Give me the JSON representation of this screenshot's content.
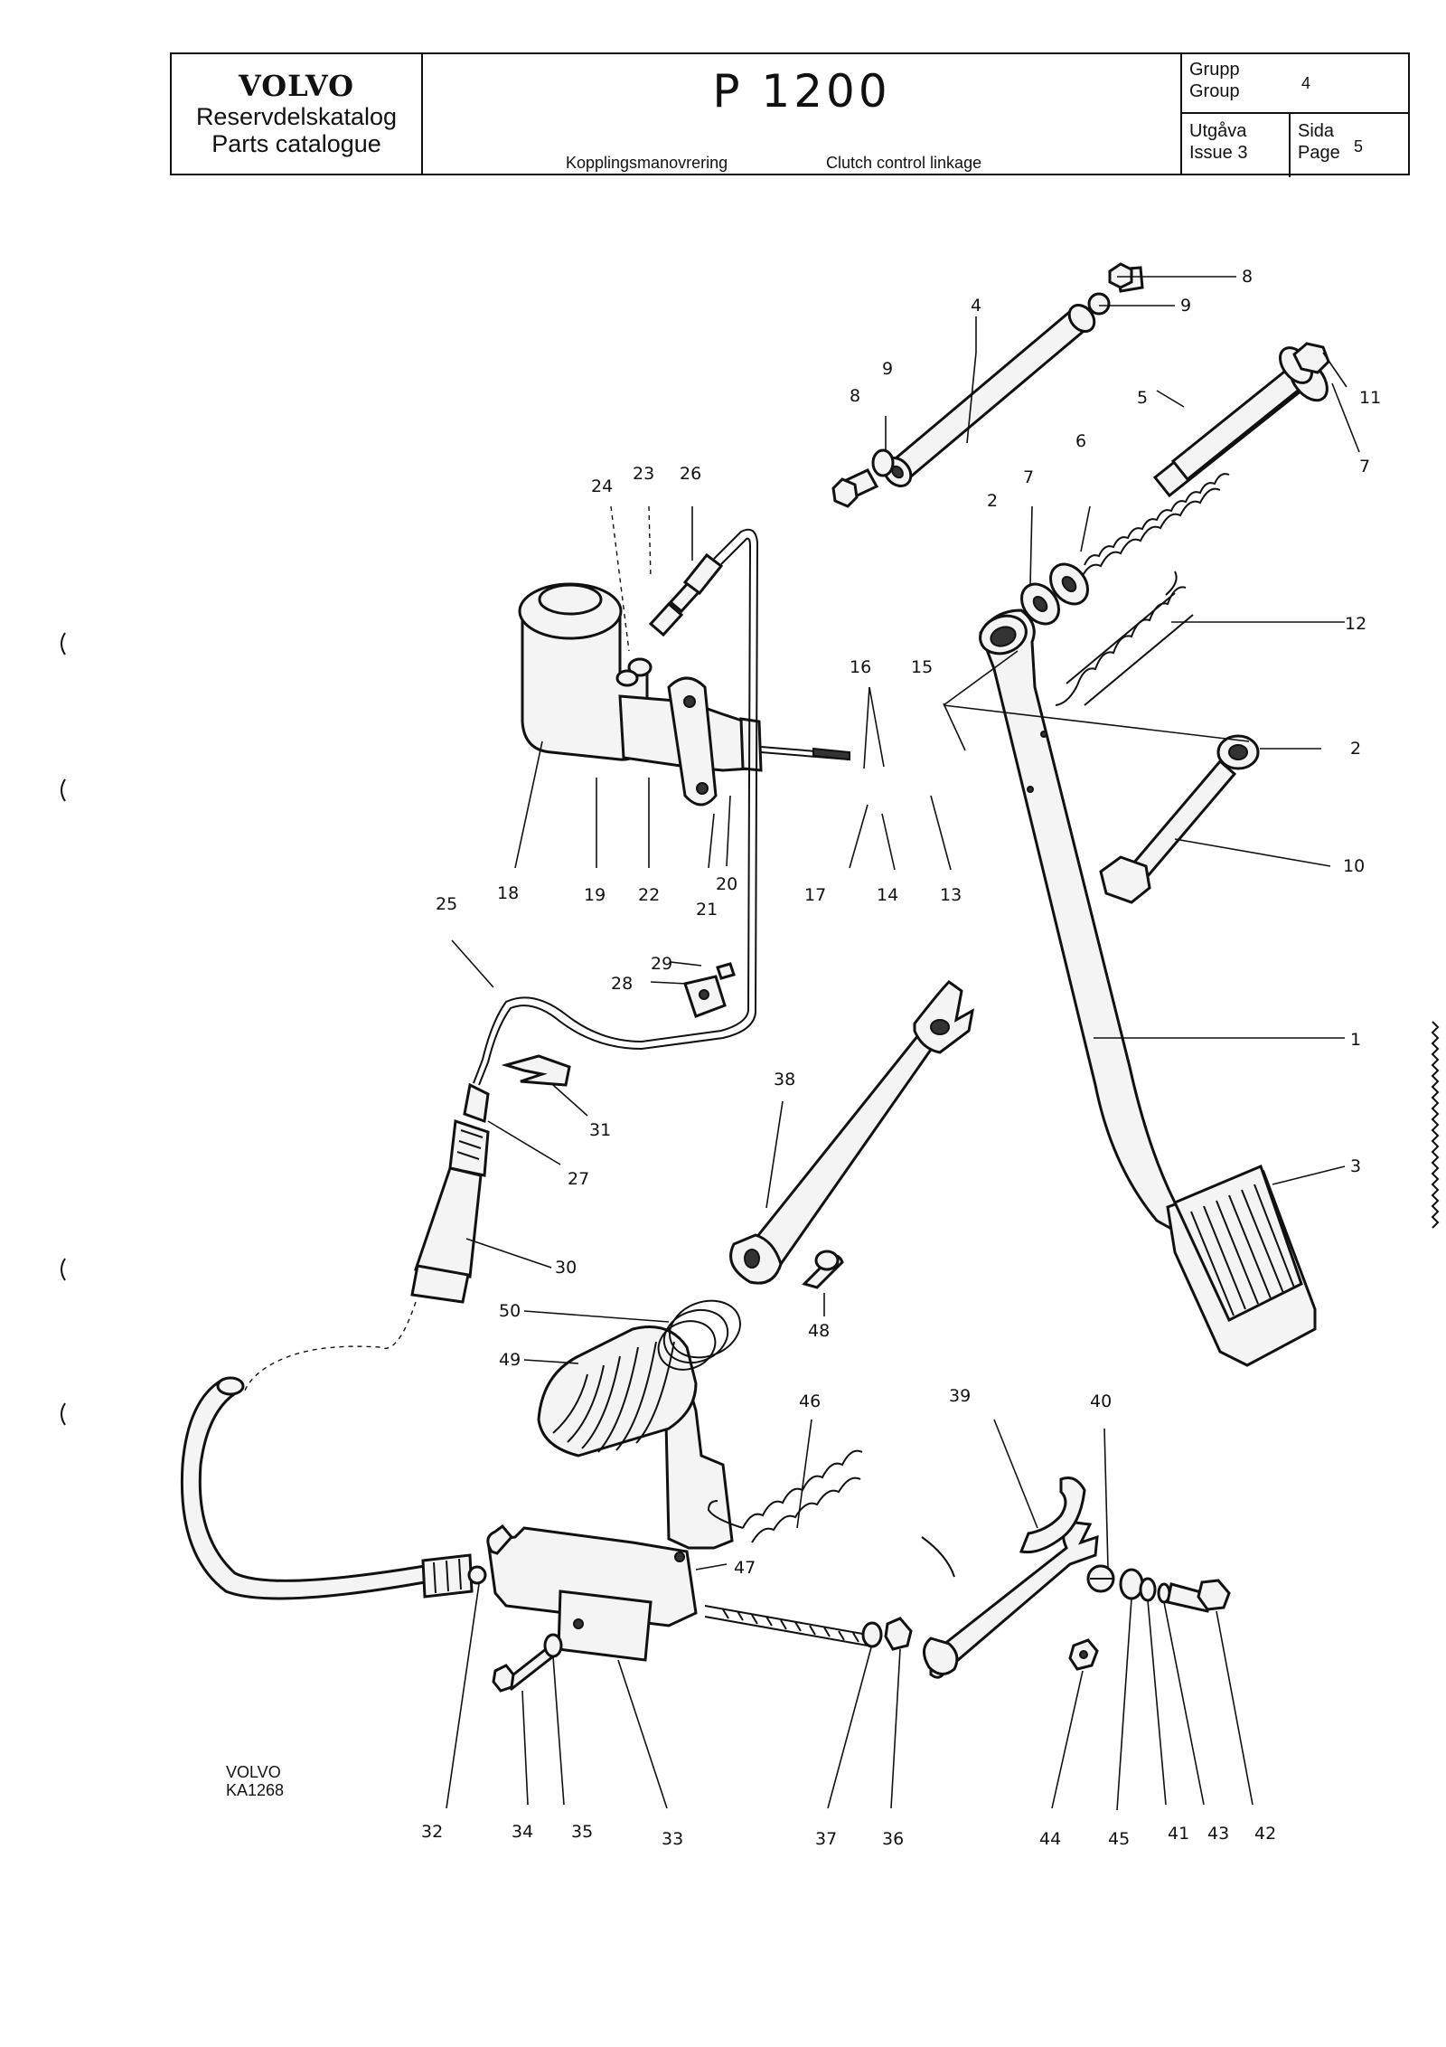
{
  "header": {
    "brand": "VOLVO",
    "catalog_sv": "Reservdelskatalog",
    "catalog_en": "Parts catalogue",
    "model": "P 1200",
    "subtitle_sv": "Kopplingsmanovrering",
    "subtitle_en": "Clutch control linkage",
    "group_sv": "Grupp",
    "group_en": "Group",
    "group_value": "4",
    "issue_sv": "Utgåva",
    "issue_en": "Issue 3",
    "page_sv": "Sida",
    "page_en": "Page",
    "page_value": "5"
  },
  "diagram": {
    "callouts": [
      "1",
      "2",
      "2",
      "3",
      "4",
      "5",
      "6",
      "7",
      "7",
      "8",
      "8",
      "9",
      "9",
      "10",
      "11",
      "12",
      "13",
      "14",
      "15",
      "16",
      "17",
      "18",
      "19",
      "20",
      "21",
      "22",
      "23",
      "24",
      "25",
      "26",
      "27",
      "28",
      "29",
      "30",
      "31",
      "32",
      "33",
      "34",
      "35",
      "36",
      "37",
      "38",
      "39",
      "40",
      "41",
      "42",
      "43",
      "44",
      "45",
      "46",
      "47",
      "48",
      "49",
      "50"
    ]
  },
  "reference": {
    "brand": "VOLVO",
    "code": "KA1268"
  }
}
